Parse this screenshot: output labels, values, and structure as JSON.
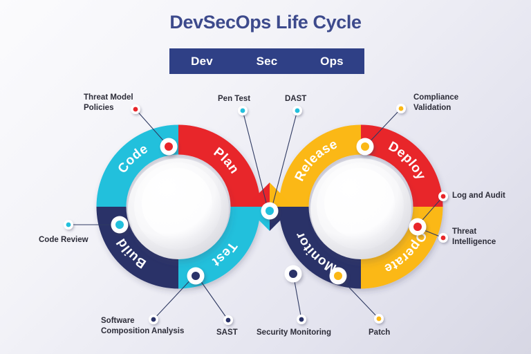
{
  "header": {
    "title": "DevSecOps Life Cycle",
    "bar_segments": [
      "Dev",
      "Sec",
      "Ops"
    ],
    "bar_color": "#2f4086",
    "title_color": "#3d4a8c"
  },
  "palette": {
    "cyan": "#22c0dc",
    "red": "#e8252a",
    "navy": "#2a3268",
    "yellow": "#fbb813",
    "white": "#ffffff",
    "line": "#2f3a62",
    "text": "#2c2c38",
    "background_from": "#fbfbfd",
    "background_to": "#d7d7e4"
  },
  "loop": {
    "stages": [
      {
        "id": "code",
        "label": "Code",
        "color": "#22c0dc",
        "side": "left"
      },
      {
        "id": "plan",
        "label": "Plan",
        "color": "#e8252a",
        "side": "left"
      },
      {
        "id": "test",
        "label": "Test",
        "color": "#22c0dc",
        "side": "left"
      },
      {
        "id": "build",
        "label": "Build",
        "color": "#2a3268",
        "side": "left"
      },
      {
        "id": "release",
        "label": "Release",
        "color": "#fbb813",
        "side": "right"
      },
      {
        "id": "deploy",
        "label": "Deploy",
        "color": "#e8252a",
        "side": "right"
      },
      {
        "id": "operate",
        "label": "Operate",
        "color": "#fbb813",
        "side": "right"
      },
      {
        "id": "monitor",
        "label": "Monitor",
        "color": "#2a3268",
        "side": "right"
      }
    ]
  },
  "callouts": [
    {
      "id": "threat-model-policies",
      "text": "Threat Model\nPolicies",
      "dot_color": "#e8252a",
      "align": "left"
    },
    {
      "id": "code-review",
      "text": "Code Review",
      "dot_color": "#22c0dc",
      "align": "left"
    },
    {
      "id": "pen-test",
      "text": "Pen Test",
      "dot_color": "#22c0dc",
      "align": "left"
    },
    {
      "id": "dast",
      "text": "DAST",
      "dot_color": "#22c0dc",
      "align": "left"
    },
    {
      "id": "compliance-validation",
      "text": "Compliance\nValidation",
      "dot_color": "#fbb813",
      "align": "left"
    },
    {
      "id": "log-and-audit",
      "text": "Log and Audit",
      "dot_color": "#e8252a",
      "align": "left"
    },
    {
      "id": "threat-intelligence",
      "text": "Threat\nIntelligence",
      "dot_color": "#e8252a",
      "align": "left"
    },
    {
      "id": "software-composition-analysis",
      "text": "Software\nComposition Analysis",
      "dot_color": "#2a3268",
      "align": "left"
    },
    {
      "id": "sast",
      "text": "SAST",
      "dot_color": "#2a3268",
      "align": "left"
    },
    {
      "id": "security-monitoring",
      "text": "Security Monitoring",
      "dot_color": "#2a3268",
      "align": "left"
    },
    {
      "id": "patch",
      "text": "Patch",
      "dot_color": "#fbb813",
      "align": "left"
    }
  ]
}
